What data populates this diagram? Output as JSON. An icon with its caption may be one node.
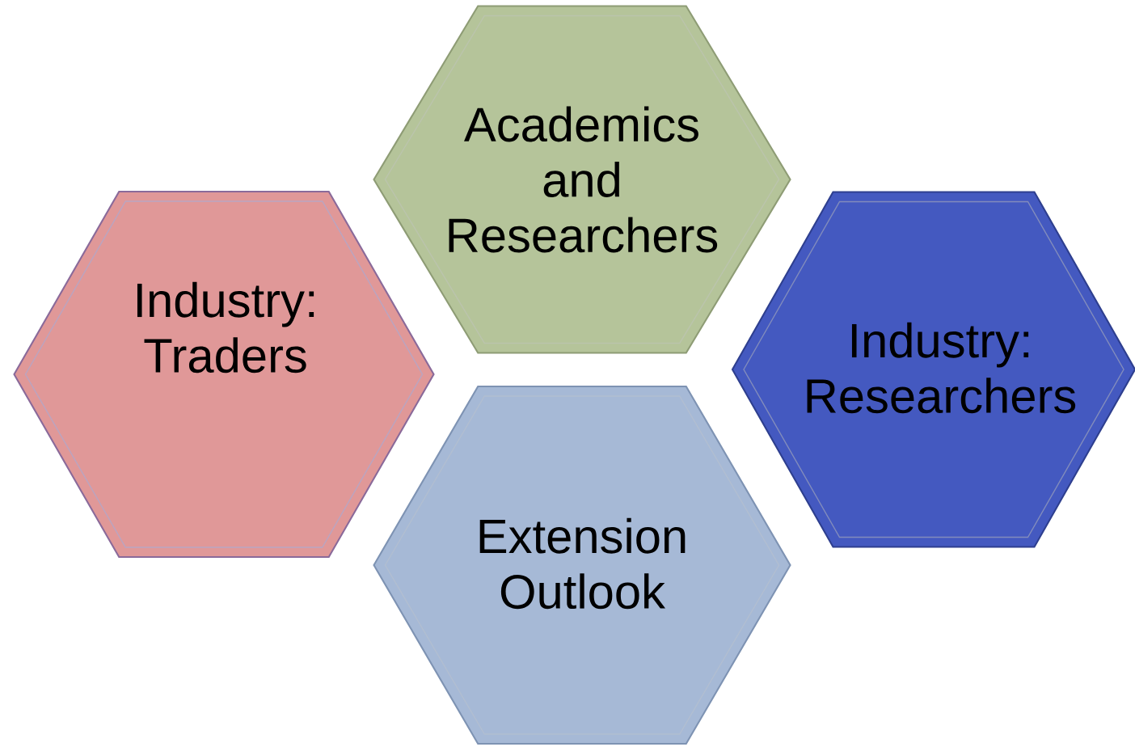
{
  "diagram": {
    "nodes": [
      {
        "text": [
          "Academics and Researchers"
        ]
      },
      {
        "text": [
          "Industry: Traders"
        ]
      },
      {
        "text": [
          "Industry: Researchers"
        ]
      },
      {
        "text": [
          "Extension Outlook"
        ]
      }
    ]
  }
}
